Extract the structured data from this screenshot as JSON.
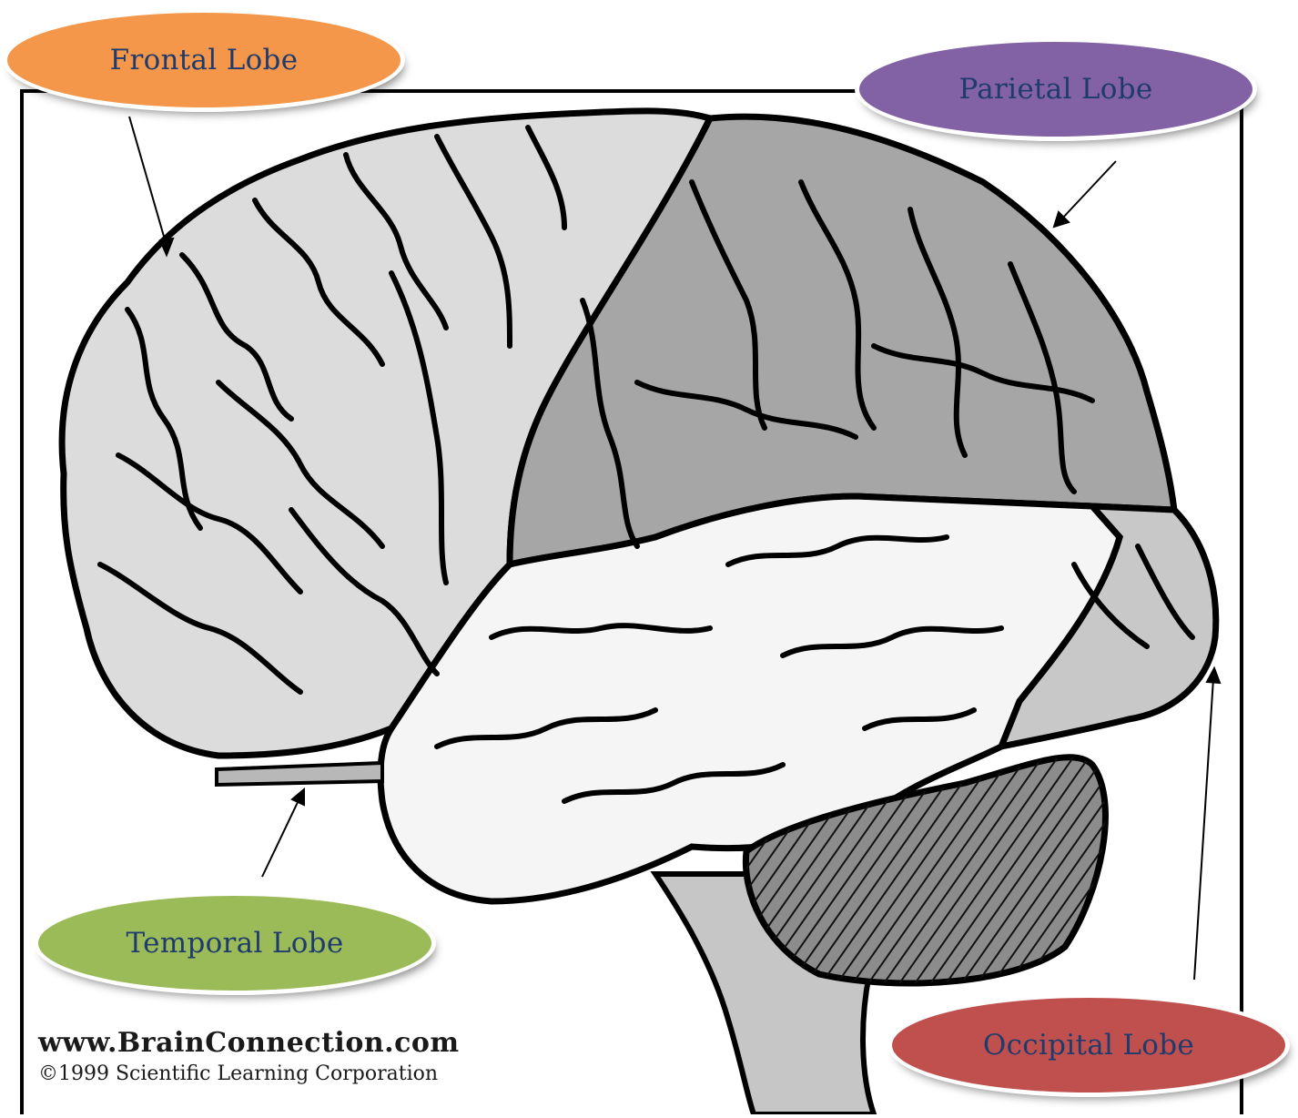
{
  "labels": {
    "frontal": "Frontal Lobe",
    "parietal": "Parietal Lobe",
    "temporal": "Temporal Lobe",
    "occipital": "Occipital Lobe"
  },
  "colors": {
    "frontal": "#f4974a",
    "parietal": "#8262a4",
    "temporal": "#9bbb59",
    "occipital": "#c0504d",
    "label_text": "#1f3b6e",
    "frontal_region": "#dcdcdc",
    "parietal_region": "#a6a6a6",
    "temporal_region": "#f5f5f5",
    "occipital_region": "#c8c8c8",
    "cerebellum": "#8c8c8c",
    "brainstem": "#c6c6c6"
  },
  "credit": {
    "site": "www.BrainConnection.com",
    "copyright": "©1999 Scientific Learning Corporation"
  }
}
